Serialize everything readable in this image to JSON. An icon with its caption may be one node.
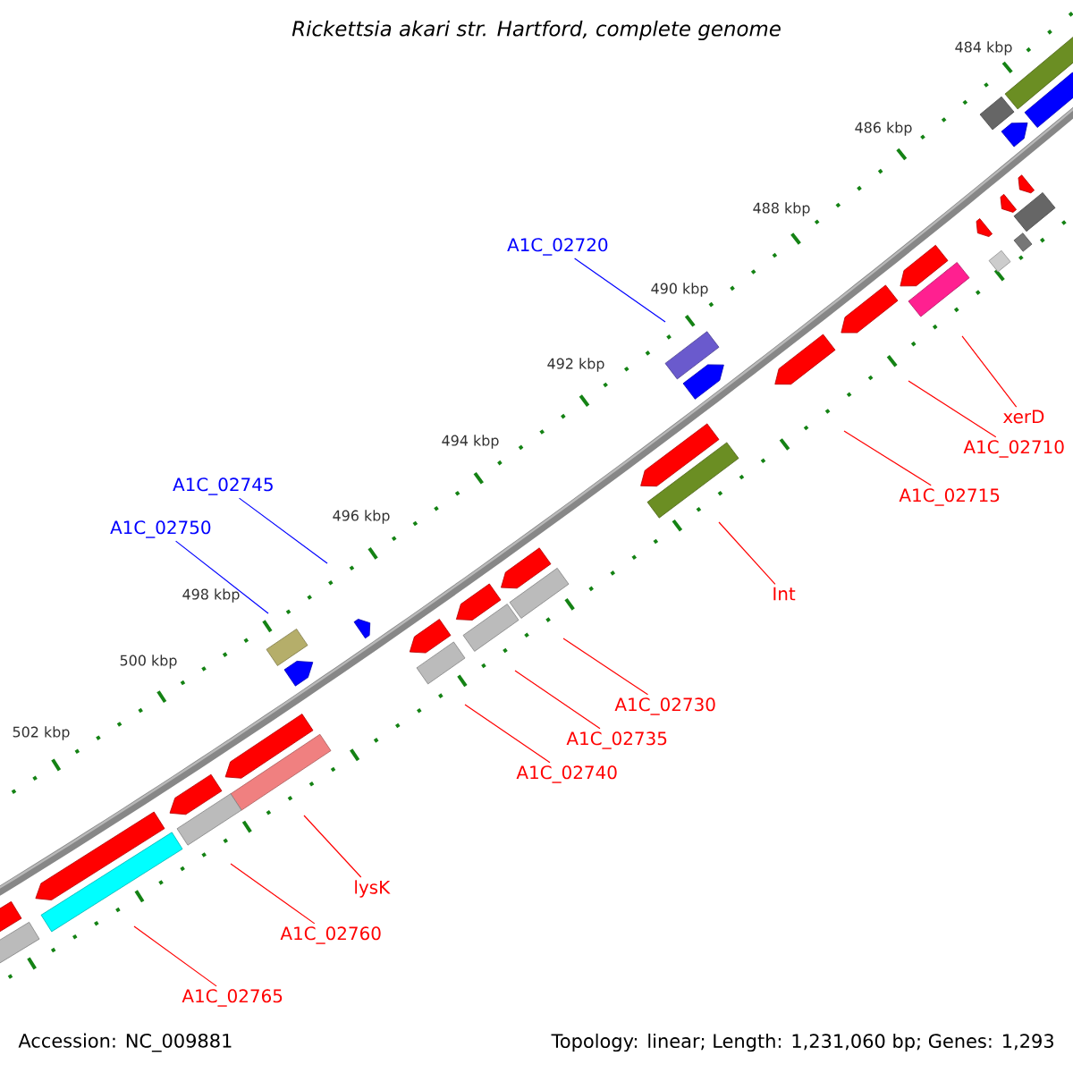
{
  "diagram": {
    "title": "Rickettsia akari str. Hartford, complete genome",
    "nodes": [
      {
        "text": [
          "A1C_02720"
        ]
      },
      {
        "text": [
          "xerD"
        ]
      },
      {
        "text": [
          "A1C_02710"
        ]
      },
      {
        "text": [
          "A1C_02745"
        ]
      },
      {
        "text": [
          "A1C_02715"
        ]
      },
      {
        "text": [
          "A1C_02750"
        ]
      },
      {
        "text": [
          "Int"
        ]
      },
      {
        "text": [
          "A1C_02730"
        ]
      },
      {
        "text": [
          "A1C_02735"
        ]
      },
      {
        "text": [
          "A1C_02740"
        ]
      },
      {
        "text": [
          "lysK"
        ]
      },
      {
        "text": [
          "A1C_02760"
        ]
      },
      {
        "text": [
          "A1C_02765"
        ]
      }
    ],
    "edges": [
      {
        "from": 0,
        "to": null,
        "arrow": "none",
        "color": "#0000ff"
      },
      {
        "from": 1,
        "to": null,
        "arrow": "none"
      },
      {
        "from": 2,
        "to": null,
        "arrow": "none"
      },
      {
        "from": 3,
        "to": null,
        "arrow": "none",
        "color": "#0000ff"
      },
      {
        "from": 4,
        "to": null,
        "arrow": "none"
      },
      {
        "from": 5,
        "to": null,
        "arrow": "none",
        "color": "#0000ff"
      },
      {
        "from": 6,
        "to": null,
        "arrow": "none"
      },
      {
        "from": 7,
        "to": null,
        "arrow": "none"
      },
      {
        "from": 8,
        "to": null,
        "arrow": "none"
      },
      {
        "from": 9,
        "to": null,
        "arrow": "none"
      },
      {
        "from": 10,
        "to": null,
        "arrow": "none"
      },
      {
        "from": 11,
        "to": null,
        "arrow": "none"
      },
      {
        "from": 12,
        "to": null,
        "arrow": "none"
      }
    ],
    "labels": [
      "484 kbp",
      "486 kbp",
      "488 kbp",
      "490 kbp",
      "492 kbp",
      "494 kbp",
      "496 kbp",
      "498 kbp",
      "500 kbp",
      "502 kbp",
      "Accession: NC_009881",
      "Topology: linear; Length: 1,231,060 bp; Genes: 1,293"
    ]
  }
}
